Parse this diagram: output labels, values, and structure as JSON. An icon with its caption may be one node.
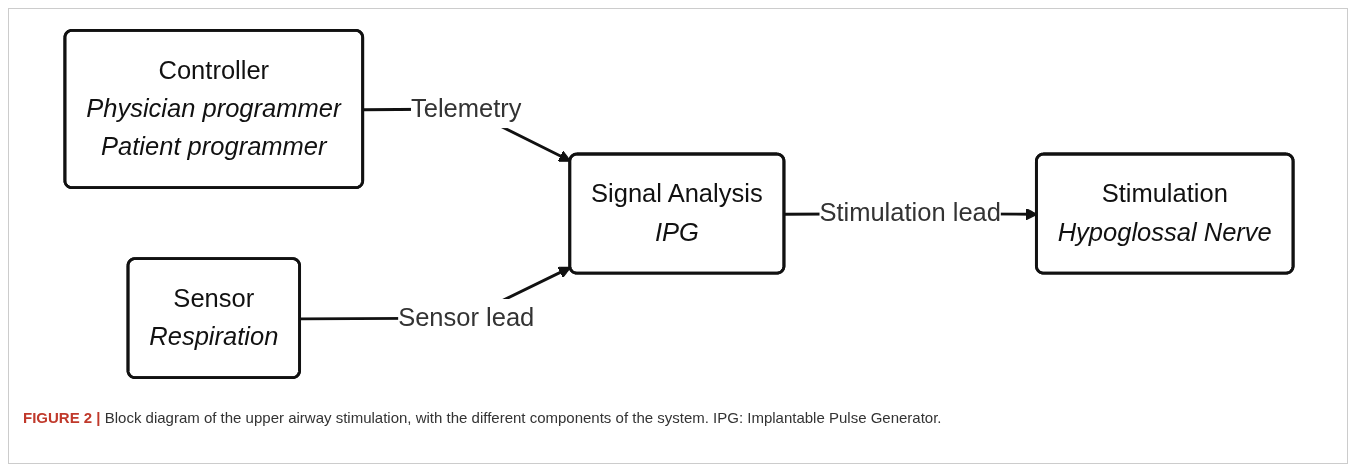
{
  "diagram": {
    "caption": "**FIGURE 2 |** Block diagram of the upper airway stimulation, with the different components of the system. IPG: Implantable Pulse Generator.",
    "nodes": [
      {
        "text": [
          "Controller",
          "Physician programmer",
          "Patient programmer"
        ]
      },
      {
        "text": [
          "Sensor",
          "Respiration"
        ]
      },
      {
        "text": [
          "Signal Analysis",
          "IPG"
        ]
      },
      {
        "text": [
          "Stimulation",
          "Hypoglossal Nerve"
        ]
      }
    ],
    "edges": [
      {
        "from": 0,
        "to": 2,
        "arrow": "to",
        "label": "Telemetry"
      },
      {
        "from": 1,
        "to": 2,
        "arrow": "to",
        "label": "Sensor lead"
      },
      {
        "from": 2,
        "to": 3,
        "arrow": "to",
        "label": "Stimulation lead"
      }
    ]
  }
}
